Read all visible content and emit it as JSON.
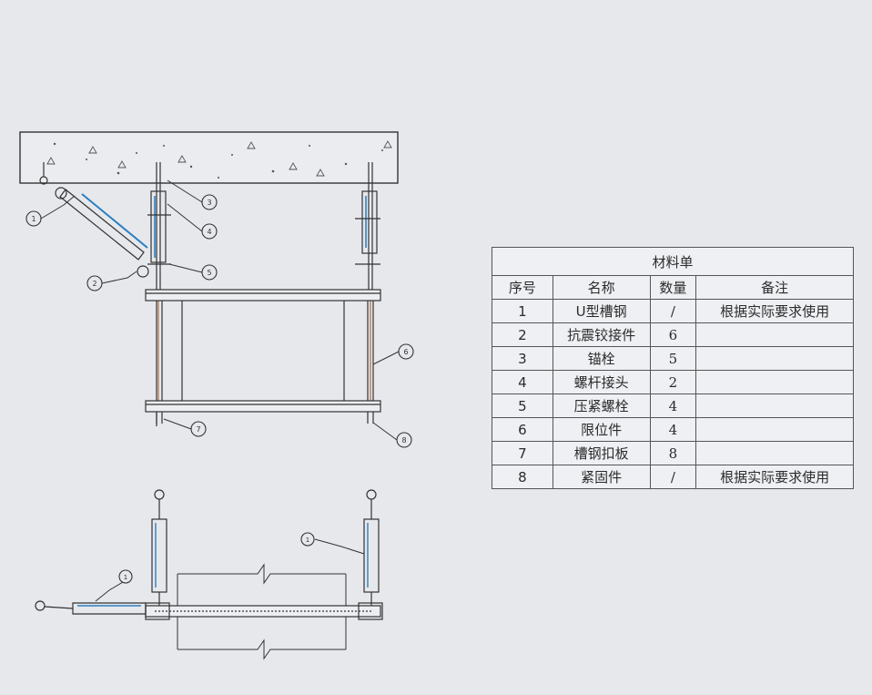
{
  "callouts": {
    "c1": "1",
    "c2": "2",
    "c3": "3",
    "c4": "4",
    "c5": "5",
    "c6": "6",
    "c7": "7",
    "c8": "8"
  },
  "plan_callouts": {
    "p1": "1",
    "p2": "1"
  },
  "material_table": {
    "title": "材料单",
    "headers": {
      "no": "序号",
      "name": "名称",
      "qty": "数量",
      "note": "备注"
    },
    "rows": [
      {
        "no": "1",
        "name": "U型槽钢",
        "qty": "/",
        "note": "根据实际要求使用"
      },
      {
        "no": "2",
        "name": "抗震铰接件",
        "qty": "6",
        "note": ""
      },
      {
        "no": "3",
        "name": "锚栓",
        "qty": "5",
        "note": ""
      },
      {
        "no": "4",
        "name": "螺杆接头",
        "qty": "2",
        "note": ""
      },
      {
        "no": "5",
        "name": "压紧螺栓",
        "qty": "4",
        "note": ""
      },
      {
        "no": "6",
        "name": "限位件",
        "qty": "4",
        "note": ""
      },
      {
        "no": "7",
        "name": "槽钢扣板",
        "qty": "8",
        "note": ""
      },
      {
        "no": "8",
        "name": "紧固件",
        "qty": "/",
        "note": "根据实际要求使用"
      }
    ]
  }
}
